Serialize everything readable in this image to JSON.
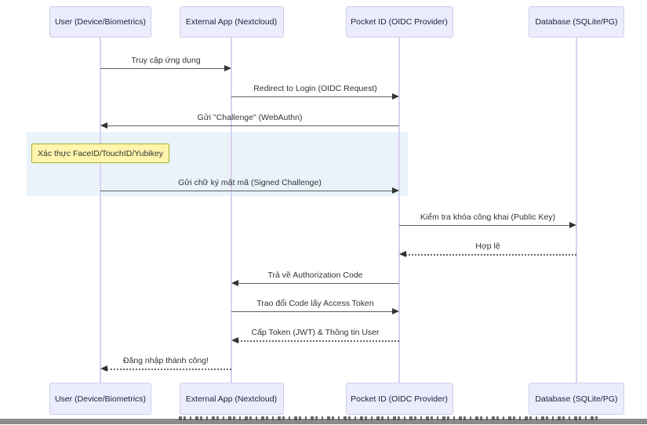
{
  "diagram": {
    "type": "sequence",
    "actors": [
      {
        "id": "user",
        "label": "User (Device/Biometrics)"
      },
      {
        "id": "app",
        "label": "External App (Nextcloud)"
      },
      {
        "id": "idp",
        "label": "Pocket ID (OIDC Provider)"
      },
      {
        "id": "db",
        "label": "Database (SQLite/PG)"
      }
    ],
    "messages": [
      {
        "label": "Truy cập ứng dụng",
        "from": "user",
        "to": "app",
        "line": "solid"
      },
      {
        "label": "Redirect to Login (OIDC Request)",
        "from": "app",
        "to": "idp",
        "line": "solid"
      },
      {
        "label": "Gửi \"Challenge\" (WebAuthn)",
        "from": "idp",
        "to": "user",
        "line": "solid"
      },
      {
        "label": "Gửi chữ ký mật mã (Signed Challenge)",
        "from": "user",
        "to": "idp",
        "line": "solid"
      },
      {
        "label": "Kiểm tra khóa công khai (Public Key)",
        "from": "idp",
        "to": "db",
        "line": "solid"
      },
      {
        "label": "Hợp lệ",
        "from": "db",
        "to": "idp",
        "line": "dashed"
      },
      {
        "label": "Trả về Authorization Code",
        "from": "idp",
        "to": "app",
        "line": "solid"
      },
      {
        "label": "Trao đổi Code lấy Access Token",
        "from": "app",
        "to": "idp",
        "line": "solid"
      },
      {
        "label": "Cấp Token (JWT) & Thông tin User",
        "from": "idp",
        "to": "app",
        "line": "dashed"
      },
      {
        "label": "Đăng nhập thành công!",
        "from": "app",
        "to": "user",
        "line": "dashed"
      }
    ],
    "note": {
      "label": "Xác thực FaceID/TouchID/Yubikey"
    },
    "highlight_region": {
      "covers": "WebAuthn authentication step between User and Pocket ID lifelines"
    },
    "footer": {
      "clipped_text_legible": false
    },
    "colors": {
      "actor_fill": "#ECECFF",
      "actor_border": "#CFCFE8",
      "lifeline": "#D9D1EF",
      "arrow_line": "#5F5F5F",
      "arrow_head": "#333333",
      "note_fill": "#FFF5AD",
      "note_border": "#AAAA33",
      "highlight_fill": "#EAF3FA",
      "bottom_bar": "#8A8A8A"
    }
  }
}
